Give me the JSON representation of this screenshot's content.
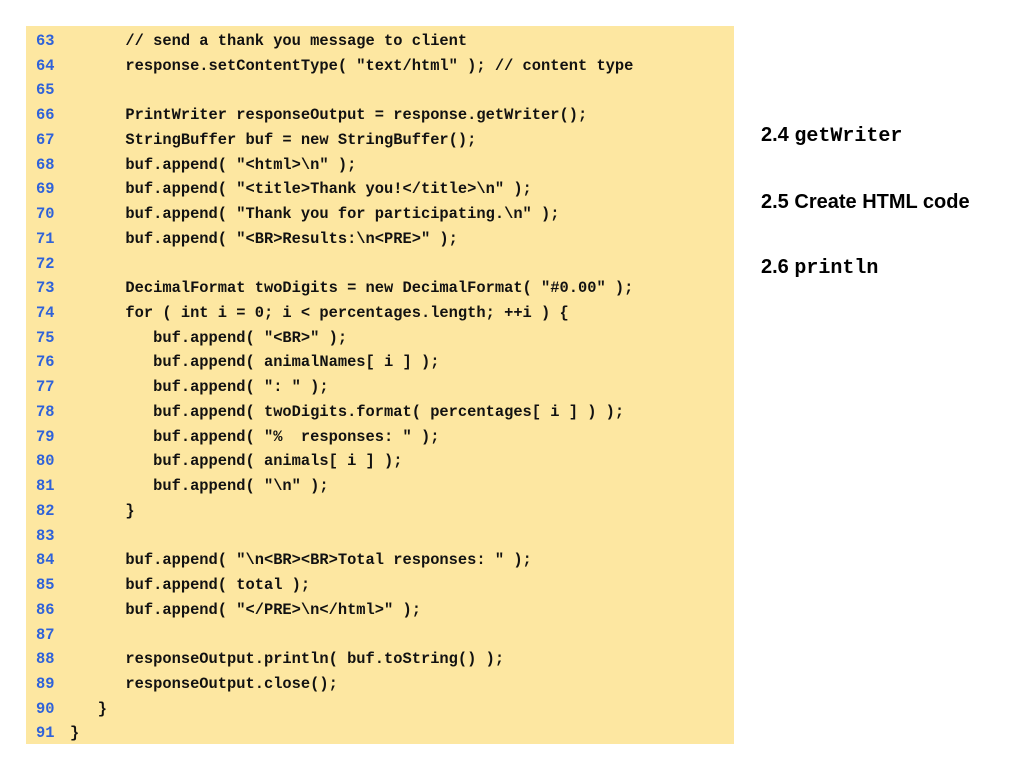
{
  "code": {
    "lines": [
      {
        "n": "63",
        "text": "      // send a thank you message to client"
      },
      {
        "n": "64",
        "text": "      response.setContentType( \"text/html\" ); // content type"
      },
      {
        "n": "65",
        "text": ""
      },
      {
        "n": "66",
        "text": "      PrintWriter responseOutput = response.getWriter();"
      },
      {
        "n": "67",
        "text": "      StringBuffer buf = new StringBuffer();"
      },
      {
        "n": "68",
        "text": "      buf.append( \"<html>\\n\" );"
      },
      {
        "n": "69",
        "text": "      buf.append( \"<title>Thank you!</title>\\n\" );"
      },
      {
        "n": "70",
        "text": "      buf.append( \"Thank you for participating.\\n\" );"
      },
      {
        "n": "71",
        "text": "      buf.append( \"<BR>Results:\\n<PRE>\" );"
      },
      {
        "n": "72",
        "text": ""
      },
      {
        "n": "73",
        "text": "      DecimalFormat twoDigits = new DecimalFormat( \"#0.00\" );"
      },
      {
        "n": "74",
        "text": "      for ( int i = 0; i < percentages.length; ++i ) {"
      },
      {
        "n": "75",
        "text": "         buf.append( \"<BR>\" );"
      },
      {
        "n": "76",
        "text": "         buf.append( animalNames[ i ] );"
      },
      {
        "n": "77",
        "text": "         buf.append( \": \" );"
      },
      {
        "n": "78",
        "text": "         buf.append( twoDigits.format( percentages[ i ] ) );"
      },
      {
        "n": "79",
        "text": "         buf.append( \"%  responses: \" );"
      },
      {
        "n": "80",
        "text": "         buf.append( animals[ i ] );"
      },
      {
        "n": "81",
        "text": "         buf.append( \"\\n\" );"
      },
      {
        "n": "82",
        "text": "      }"
      },
      {
        "n": "83",
        "text": ""
      },
      {
        "n": "84",
        "text": "      buf.append( \"\\n<BR><BR>Total responses: \" );"
      },
      {
        "n": "85",
        "text": "      buf.append( total );"
      },
      {
        "n": "86",
        "text": "      buf.append( \"</PRE>\\n</html>\" );"
      },
      {
        "n": "87",
        "text": ""
      },
      {
        "n": "88",
        "text": "      responseOutput.println( buf.toString() );"
      },
      {
        "n": "89",
        "text": "      responseOutput.close();"
      },
      {
        "n": "90",
        "text": "   }"
      },
      {
        "n": "91",
        "text": "}"
      }
    ]
  },
  "notes": {
    "n1": {
      "num": "2.4",
      "mono": "getWriter"
    },
    "n2": {
      "num": "2.5",
      "text": "Create HTML code"
    },
    "n3": {
      "num": "2.6",
      "mono": "println"
    }
  },
  "colors": {
    "panel_background": "#fde7a1",
    "line_number": "#2f62d9",
    "code_text": "#111111"
  }
}
